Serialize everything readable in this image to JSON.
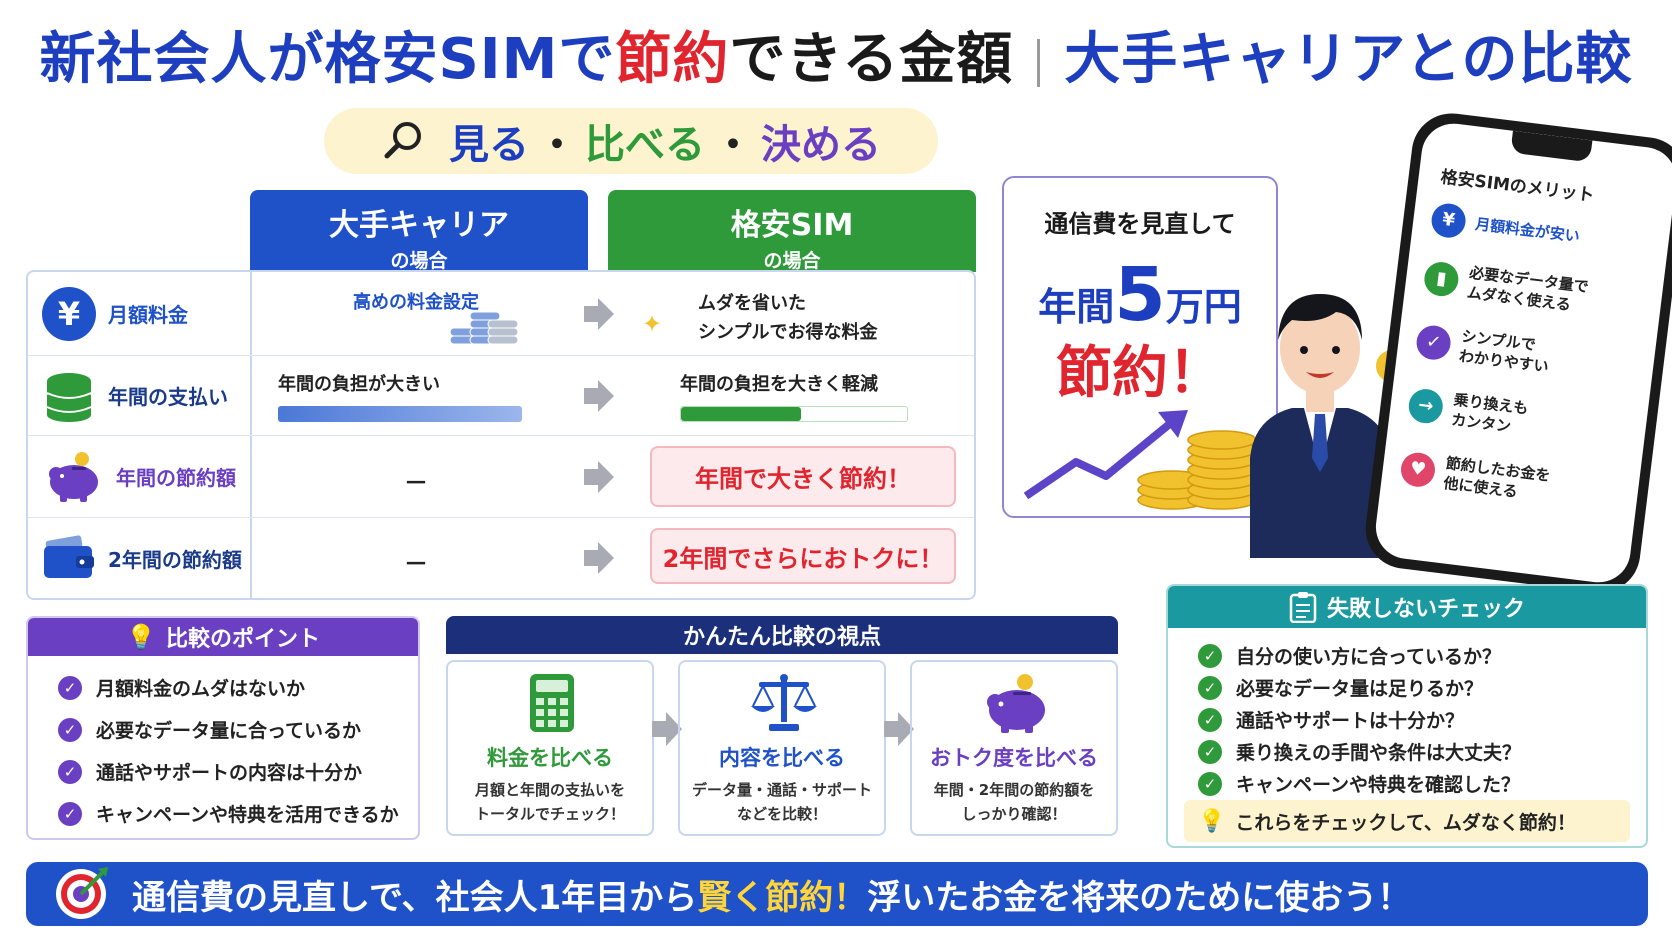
{
  "title": {
    "part1": "新社会人が格安SIMで",
    "part2": "節約",
    "part3": "できる金額",
    "part4": "大手キャリアとの比較"
  },
  "subtitle": {
    "s1": "見る",
    "s2": "比べる",
    "s3": "決める",
    "dot": "・"
  },
  "columns": {
    "carrier": {
      "main": "大手キャリア",
      "sub": "の場合"
    },
    "sim": {
      "main": "格安SIM",
      "sub": "の場合"
    }
  },
  "rows": [
    {
      "label": "月額料金",
      "carrier": "高めの料金設定",
      "sim_line1": "ムダを省いた",
      "sim_line2": "シンプルでお得な料金"
    },
    {
      "label": "年間の支払い",
      "carrier": "年間の負担が大きい",
      "sim": "年間の負担を大きく軽減",
      "carrier_fill": 1.0,
      "sim_fill": 0.53
    },
    {
      "label": "年間の節約額",
      "carrier": "－",
      "sim": "年間で大きく節約！"
    },
    {
      "label": "2年間の節約額",
      "carrier": "－",
      "sim": "2年間でさらにおトクに！"
    }
  ],
  "savings": {
    "line1": "通信費を見直して",
    "pre": "年間",
    "num": "5",
    "post": "万円",
    "line3": "節約！"
  },
  "phone": {
    "title": "格安SIMのメリット",
    "items": [
      {
        "text": "月額料金が安い",
        "icon": "yen-icon",
        "color": "#1f52c9"
      },
      {
        "text1": "必要なデータ量で",
        "text2": "ムダなく使える",
        "icon": "chart-icon",
        "color": "#2f9a3a"
      },
      {
        "text1": "シンプルで",
        "text2": "わかりやすい",
        "icon": "check-icon",
        "color": "#6a3fc2"
      },
      {
        "text1": "乗り換えも",
        "text2": "カンタン",
        "icon": "arrow-icon",
        "color": "#1a9aa0"
      },
      {
        "text1": "節約したお金を",
        "text2": "他に使える",
        "icon": "heart-icon",
        "color": "#e0456a"
      }
    ]
  },
  "points": {
    "title": "比較のポイント",
    "items": [
      "月額料金のムダはないか",
      "必要なデータ量に合っているか",
      "通話やサポートの内容は十分か",
      "キャンペーンや特典を活用できるか"
    ]
  },
  "compare": {
    "title": "かんたん比較の視点",
    "steps": [
      {
        "title": "料金を比べる",
        "d1": "月額と年間の支払いを",
        "d2": "トータルでチェック！",
        "color": "#2f9a3a"
      },
      {
        "title": "内容を比べる",
        "d1": "データ量・通話・サポート",
        "d2": "などを比較！",
        "color": "#1f52c9"
      },
      {
        "title": "おトク度を比べる",
        "d1": "年間・2年間の節約額を",
        "d2": "しっかり確認！",
        "color": "#6a3fc2"
      }
    ]
  },
  "check": {
    "title": "失敗しないチェック",
    "items": [
      "自分の使い方に合っているか？",
      "必要なデータ量は足りるか？",
      "通話やサポートは十分か？",
      "乗り換えの手間や条件は大丈夫？",
      "キャンペーンや特典を確認した？"
    ],
    "tip": "これらをチェックして、ムダなく節約！"
  },
  "banner": {
    "a": "通信費の見直しで、社会人1年目から",
    "b": "賢く",
    "c": "節約！",
    "d": "浮いたお金を将来のために使おう！"
  },
  "colors": {
    "blue": "#1f52c9",
    "green": "#2f9a3a",
    "purple": "#6a3fc2",
    "red": "#e0252f",
    "teal": "#1a9aa0",
    "yellow": "#ffd53a"
  }
}
